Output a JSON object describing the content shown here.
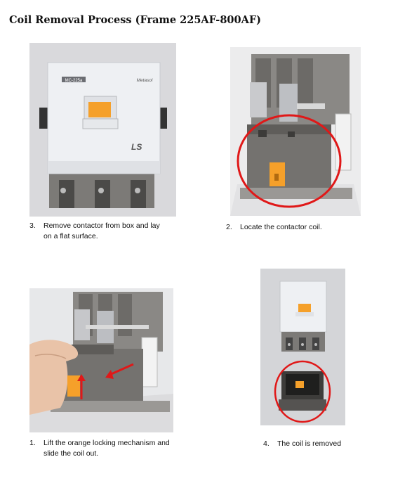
{
  "title": "Coil Removal Process (Frame 225AF-800AF)",
  "photos": [
    {
      "label_model": "MC-225a",
      "label_brand": "Metasol",
      "label_logo": "LS"
    }
  ],
  "steps": [
    {
      "num": "3.",
      "line1": "Remove contactor from box and lay",
      "line2": "on a flat surface."
    },
    {
      "num": "2.",
      "line1": "Locate the contactor coil.",
      "line2": ""
    },
    {
      "num": "1.",
      "line1": "Lift the orange locking mechanism and",
      "line2": "slide the coil out."
    },
    {
      "num": "4.",
      "line1": "The coil is removed",
      "line2": ""
    }
  ],
  "colors": {
    "orange": "#f5a02a",
    "highlight_red": "#e01818",
    "housing_grey": "#7d7b78"
  }
}
